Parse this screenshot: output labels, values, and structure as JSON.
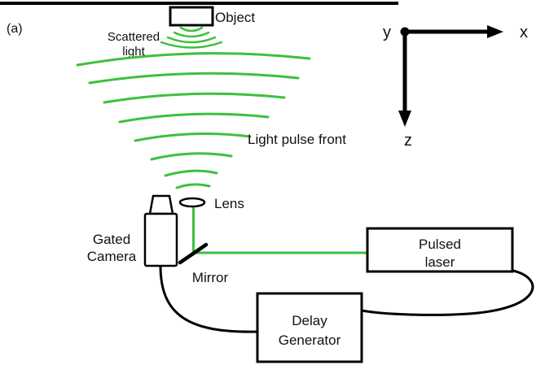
{
  "colors": {
    "green": "#3cc13c",
    "line": "#000000",
    "text": "#111111"
  },
  "panel_label": "(a)",
  "object": {
    "label": "Object"
  },
  "scattered_light": {
    "line1": "Scattered",
    "line2": "light"
  },
  "light_pulse_front_label": "Light pulse front",
  "axes": {
    "x": "x",
    "y": "y",
    "z": "z"
  },
  "lens": {
    "label": "Lens"
  },
  "camera": {
    "line1": "Gated",
    "line2": "Camera"
  },
  "mirror": {
    "label": "Mirror"
  },
  "pulsed_laser": {
    "line1": "Pulsed",
    "line2": "laser"
  },
  "delay_generator": {
    "line1": "Delay",
    "line2": "Generator"
  }
}
